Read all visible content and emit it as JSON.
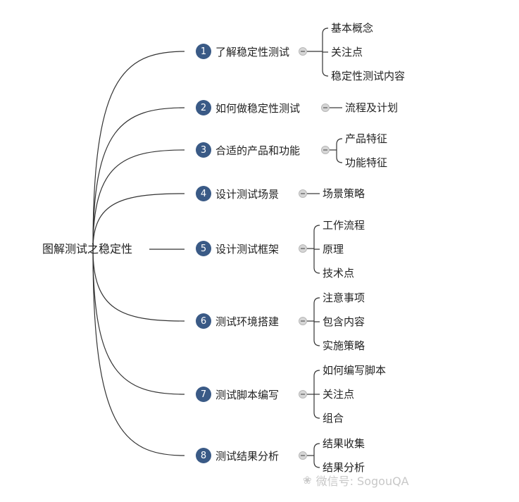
{
  "root": {
    "label": "图解测试之稳定性"
  },
  "branches": [
    {
      "num": "1",
      "label": "了解稳定性测试",
      "children": [
        "基本概念",
        "关注点",
        "稳定性测试内容"
      ]
    },
    {
      "num": "2",
      "label": "如何做稳定性测试",
      "children": [
        "流程及计划"
      ]
    },
    {
      "num": "3",
      "label": "合适的产品和功能",
      "children": [
        "产品特征",
        "功能特征"
      ]
    },
    {
      "num": "4",
      "label": "设计测试场景",
      "children": [
        "场景策略"
      ]
    },
    {
      "num": "5",
      "label": "设计测试框架",
      "children": [
        "工作流程",
        "原理",
        "技术点"
      ]
    },
    {
      "num": "6",
      "label": "测试环境搭建",
      "children": [
        "注意事项",
        "包含内容",
        "实施策略"
      ]
    },
    {
      "num": "7",
      "label": "测试脚本编写",
      "children": [
        "如何编写脚本",
        "关注点",
        "组合"
      ]
    },
    {
      "num": "8",
      "label": "测试结果分析",
      "children": [
        "结果收集",
        "结果分析"
      ]
    }
  ],
  "watermark": {
    "text": "微信号: SogouQA",
    "icon": "wechat-icon"
  },
  "colors": {
    "badge": "#3a5a86",
    "line": "#333333"
  }
}
